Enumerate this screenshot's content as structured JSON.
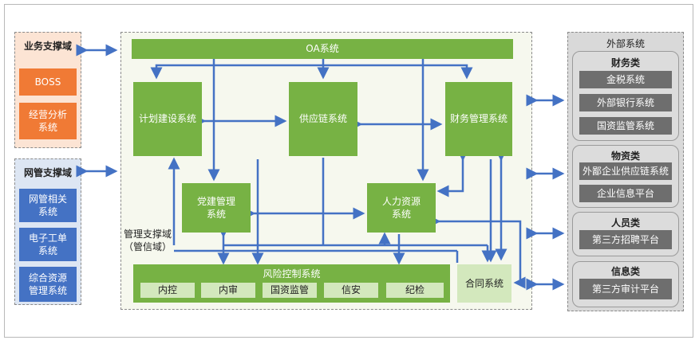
{
  "left": {
    "business_domain": {
      "title": "业务支撑域",
      "items": [
        "BOSS",
        "经营分析\n系统"
      ]
    },
    "network_domain": {
      "title": "网管支撑域",
      "items": [
        "网管相关\n系统",
        "电子工单\n系统",
        "综合资源\n管理系统"
      ]
    }
  },
  "center": {
    "oa": "OA系统",
    "planning": "计划建设系统",
    "supply_chain": "供应链系统",
    "finance": "财务管理系统",
    "party": "党建管理\n系统",
    "hr": "人力资源\n系统",
    "domain_label": "管理支撑域\n（管信域）",
    "risk": {
      "title": "风险控制系统",
      "items": [
        "内控",
        "内审",
        "国资监管",
        "信安",
        "纪检"
      ]
    },
    "contract": "合同系统"
  },
  "right": {
    "title": "外部系统",
    "groups": [
      {
        "title": "财务类",
        "items": [
          "金税系统",
          "外部银行系统",
          "国资监管系统"
        ]
      },
      {
        "title": "物资类",
        "items": [
          "外鄙企业供应链系统",
          "企业信息平台"
        ]
      },
      {
        "title": "人员类",
        "items": [
          "第三方招聘平台"
        ]
      },
      {
        "title": "信息类",
        "items": [
          "第三方审计平台"
        ]
      }
    ]
  },
  "colors": {
    "green": "#77b244",
    "light_green": "#d3e8bd",
    "orange": "#f07a35",
    "blue": "#4472c4",
    "gray": "#6e6e6e",
    "arrow": "#4472c4"
  }
}
